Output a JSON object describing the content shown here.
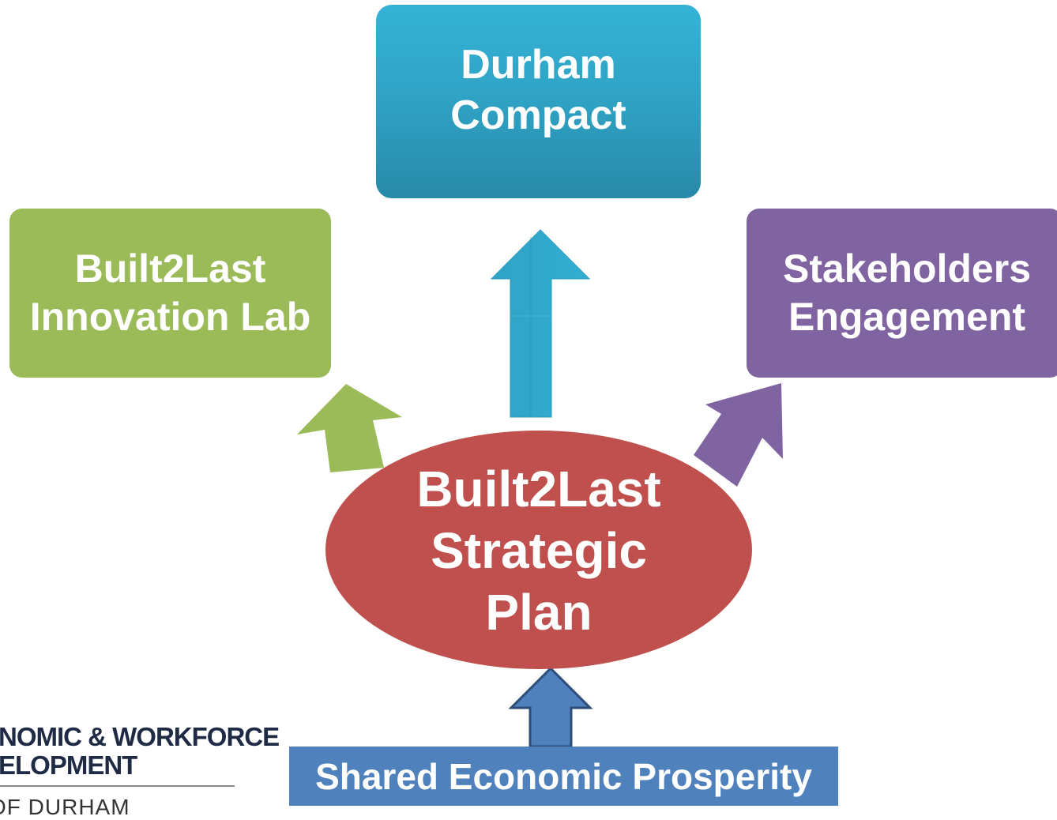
{
  "nodes": {
    "durham_compact": {
      "lines": [
        "Durham",
        "Compact"
      ],
      "color": "#2fa2c4"
    },
    "innovation_lab": {
      "lines": [
        "Built2Last",
        "Innovation Lab"
      ],
      "color": "#9bbb59"
    },
    "stakeholders": {
      "lines": [
        "Stakeholders",
        "Engagement"
      ],
      "color": "#8064a2"
    },
    "strategic_plan": {
      "lines": [
        "Built2Last",
        "Strategic",
        "Plan"
      ],
      "color": "#c0504d"
    },
    "shared_prosperity": {
      "label": "Shared Economic Prosperity",
      "color": "#4f81bd"
    }
  },
  "edges": [
    {
      "from": "shared_prosperity",
      "to": "strategic_plan",
      "color": "#4f81bd"
    },
    {
      "from": "strategic_plan",
      "to": "durham_compact",
      "color": "#2fa2c4"
    },
    {
      "from": "strategic_plan",
      "to": "innovation_lab",
      "color": "#9bbb59"
    },
    {
      "from": "strategic_plan",
      "to": "stakeholders",
      "color": "#8064a2"
    }
  ],
  "logo": {
    "line1": "NOMIC & WORKFORCE",
    "line2": "ELOPMENT",
    "line3": "OF DURHAM"
  }
}
